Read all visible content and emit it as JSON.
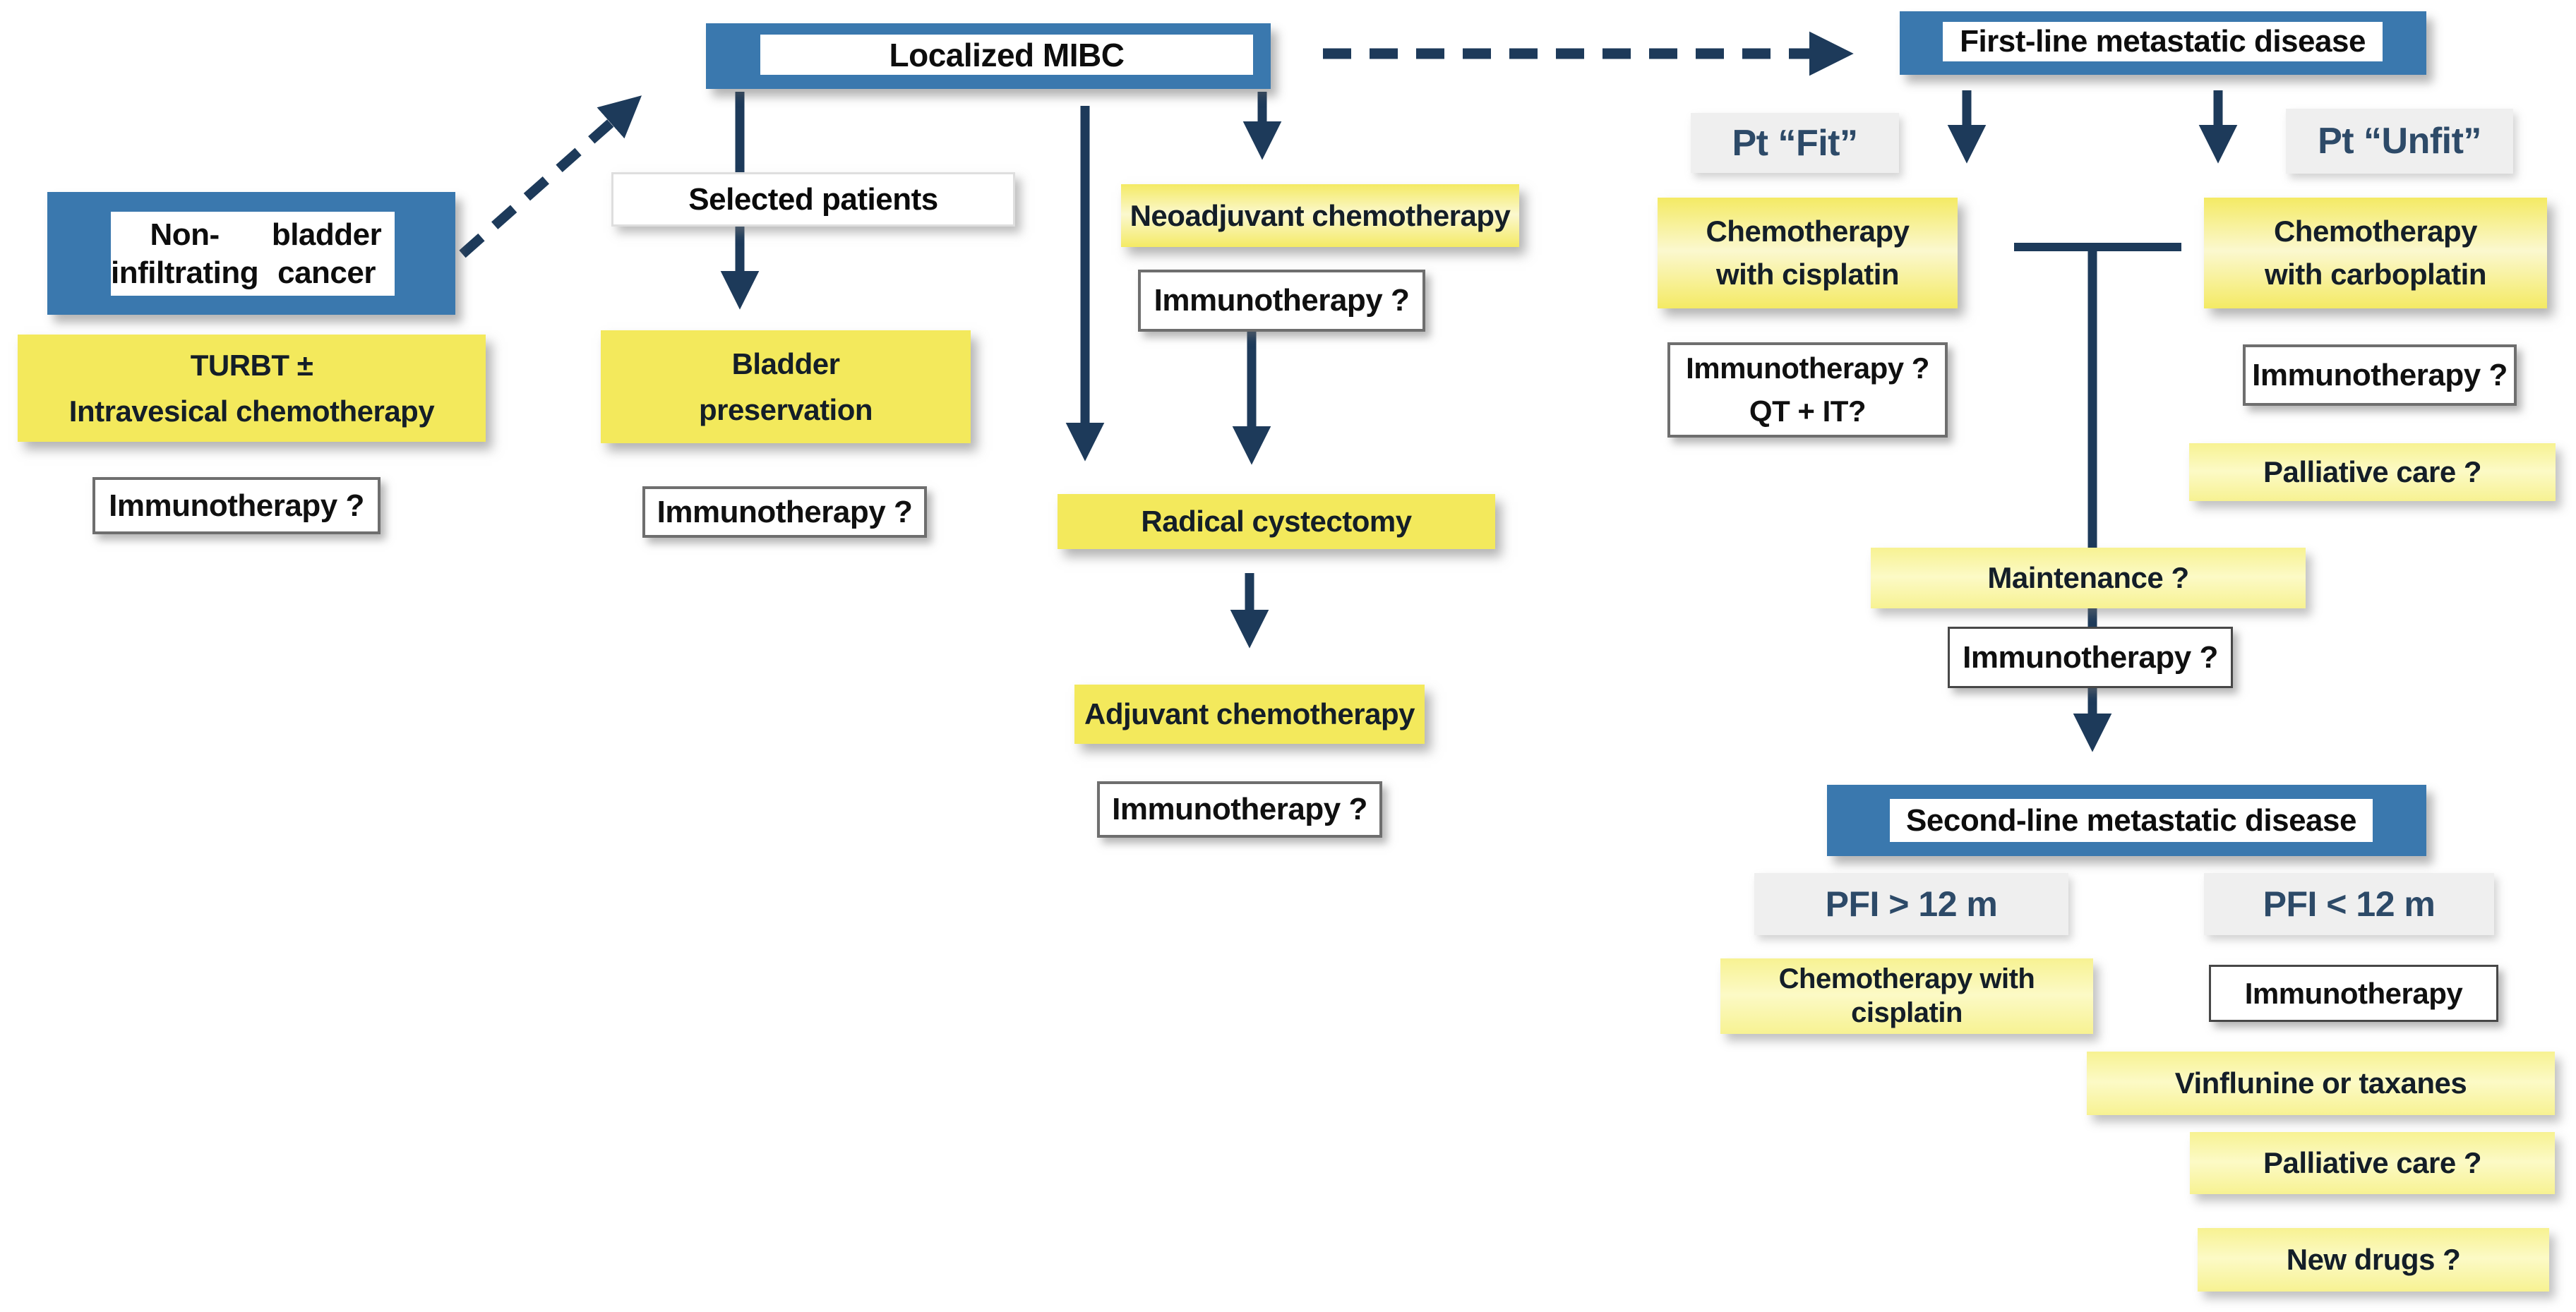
{
  "nodes": {
    "non_infiltrating": {
      "line1": "Non-infiltrating",
      "line2": "bladder cancer"
    },
    "turbt": {
      "line1": "TURBT ±",
      "line2": "Intravesical chemotherapy"
    },
    "immunotherapy_nibc": "Immunotherapy ?",
    "localized_mibc": "Localized MIBC",
    "selected_patients": "Selected patients",
    "bladder_preservation": {
      "line1": "Bladder",
      "line2": "preservation"
    },
    "immunotherapy_bladder_preservation": "Immunotherapy ?",
    "neoadjuvant_chemotherapy": "Neoadjuvant chemotherapy",
    "immunotherapy_neoadjuvant": "Immunotherapy ?",
    "radical_cystectomy": "Radical cystectomy",
    "adjuvant_chemotherapy": "Adjuvant chemotherapy",
    "immunotherapy_adjuvant": "Immunotherapy ?",
    "first_line_metastatic": "First-line metastatic disease",
    "pt_fit": "Pt “Fit”",
    "pt_unfit": "Pt “Unfit”",
    "chemo_cisplatin_first": {
      "line1": "Chemotherapy",
      "line2": "with cisplatin"
    },
    "immunotherapy_qt_it": {
      "line1": "Immunotherapy ?",
      "line2": "QT + IT?"
    },
    "chemo_carboplatin": {
      "line1": "Chemotherapy",
      "line2": "with carboplatin"
    },
    "immunotherapy_unfit": "Immunotherapy ?",
    "palliative_care_first": "Palliative care ?",
    "maintenance": "Maintenance ?",
    "immunotherapy_maintenance": "Immunotherapy ?",
    "second_line_metastatic": "Second-line metastatic disease",
    "pfi_over_12m": "PFI > 12 m",
    "pfi_under_12m": "PFI < 12 m",
    "chemo_cisplatin_second": {
      "line1": "Chemotherapy with",
      "line2": "cisplatin"
    },
    "immunotherapy_second_line": "Immunotherapy",
    "vinflunine_or_taxanes": "Vinflunine or taxanes",
    "palliative_care_second": "Palliative care ?",
    "new_drugs": "New drugs ?"
  },
  "colors": {
    "header_blue": "#3a78ae",
    "node_yellow": "#f3e95c",
    "node_yellow_pale": "#f7f292",
    "arrow_navy": "#1d3a5a",
    "label_gray_background": "#efefef",
    "label_navy_text": "#2d4a68"
  }
}
